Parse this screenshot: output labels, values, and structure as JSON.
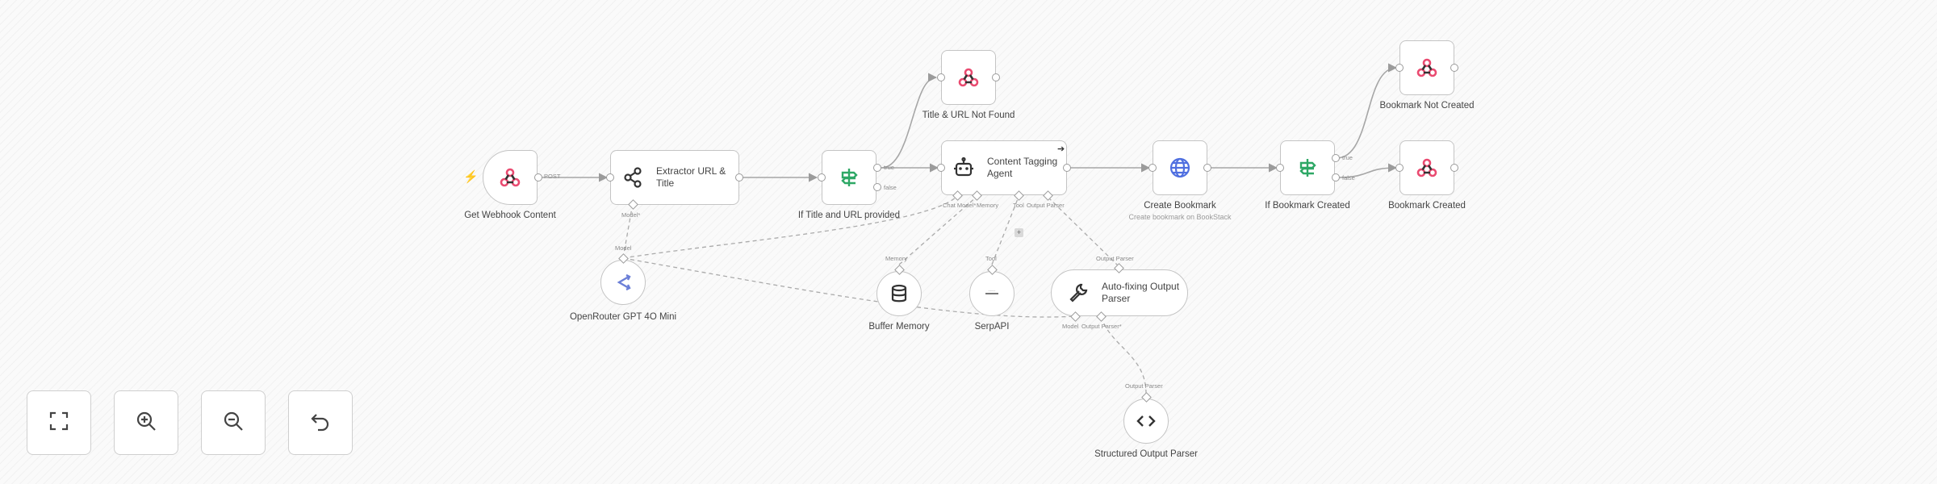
{
  "colors": {
    "webhook": "#ea4b71",
    "if_green": "#2ea866",
    "agent_dark": "#333333",
    "http_blue": "#4f6fe0",
    "trigger_bolt": "#ff6d5a"
  },
  "nodes": {
    "get_webhook": {
      "label": "Get Webhook Content",
      "icon": "webhook-icon",
      "port_label": "POST"
    },
    "extractor": {
      "label": "Extractor URL & Title",
      "icon": "share-nodes-icon",
      "port_label": "Model*"
    },
    "if_title": {
      "label": "If Title and URL provided",
      "icon": "signpost-icon",
      "true_label": "true",
      "false_label": "false"
    },
    "title_not_found": {
      "label": "Title & URL Not Found",
      "icon": "webhook-icon"
    },
    "agent": {
      "label": "Content Tagging Agent",
      "icon": "robot-icon",
      "ports": [
        "Chat Model*",
        "Memory",
        "Tool",
        "Output Parser"
      ],
      "add_label": "+"
    },
    "create_bookmark": {
      "label": "Create Bookmark",
      "subtitle": "Create bookmark on BookStack",
      "icon": "globe-icon"
    },
    "if_bookmark": {
      "label": "If Bookmark Created",
      "icon": "signpost-icon",
      "true_label": "true",
      "false_label": "false"
    },
    "bookmark_not_created": {
      "label": "Bookmark Not Created",
      "icon": "webhook-icon"
    },
    "bookmark_created": {
      "label": "Bookmark Created",
      "icon": "webhook-icon"
    },
    "openrouter": {
      "label": "OpenRouter GPT 4O Mini",
      "icon": "openrouter-icon",
      "port_label": "Model"
    },
    "buffer_memory": {
      "label": "Buffer Memory",
      "icon": "database-icon",
      "port_label": "Memory"
    },
    "serpapi": {
      "label": "SerpAPI",
      "icon": "serpapi-icon",
      "port_label": "Tool"
    },
    "autofix": {
      "label": "Auto-fixing Output Parser",
      "icon": "wrench-icon",
      "port_label": "Output Parser",
      "bottom_ports": [
        "Model",
        "Output Parser*"
      ]
    },
    "structured": {
      "label": "Structured Output Parser",
      "icon": "code-icon",
      "port_label": "Output Parser"
    }
  },
  "controls": [
    {
      "name": "fit-view-button",
      "icon": "fit-view-icon"
    },
    {
      "name": "zoom-in-button",
      "icon": "zoom-in-icon"
    },
    {
      "name": "zoom-out-button",
      "icon": "zoom-out-icon"
    },
    {
      "name": "undo-button",
      "icon": "undo-icon"
    }
  ]
}
